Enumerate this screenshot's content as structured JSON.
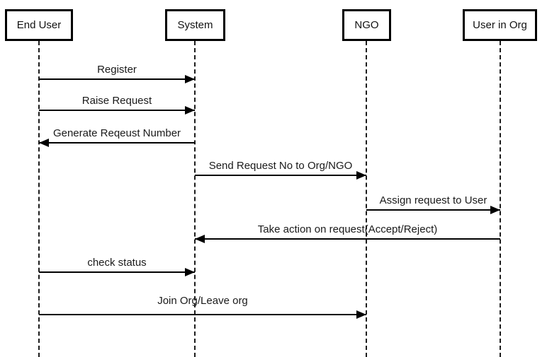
{
  "diagram": {
    "type": "sequence",
    "colors": {
      "background": "#ffffff",
      "line": "#000000",
      "text": "#1a1a1a"
    },
    "actors": [
      {
        "name": "End User"
      },
      {
        "name": "System"
      },
      {
        "name": "NGO"
      },
      {
        "name": "User in Org"
      }
    ],
    "messages": [
      {
        "label": "Register",
        "from": "End User",
        "to": "System",
        "direction": "right"
      },
      {
        "label": "Raise Request",
        "from": "End User",
        "to": "System",
        "direction": "right"
      },
      {
        "label": "Generate Reqeust Number",
        "from": "System",
        "to": "End User",
        "direction": "left"
      },
      {
        "label": "Send Request No to Org/NGO",
        "from": "System",
        "to": "NGO",
        "direction": "right"
      },
      {
        "label": "Assign request to User",
        "from": "NGO",
        "to": "User in Org",
        "direction": "right"
      },
      {
        "label": "Take action on request(Accept/Reject)",
        "from": "User in Org",
        "to": "System",
        "direction": "left"
      },
      {
        "label": "check status",
        "from": "End User",
        "to": "System",
        "direction": "right"
      },
      {
        "label": "Join Org/Leave org",
        "from": "End User",
        "to": "NGO",
        "direction": "right"
      }
    ]
  }
}
